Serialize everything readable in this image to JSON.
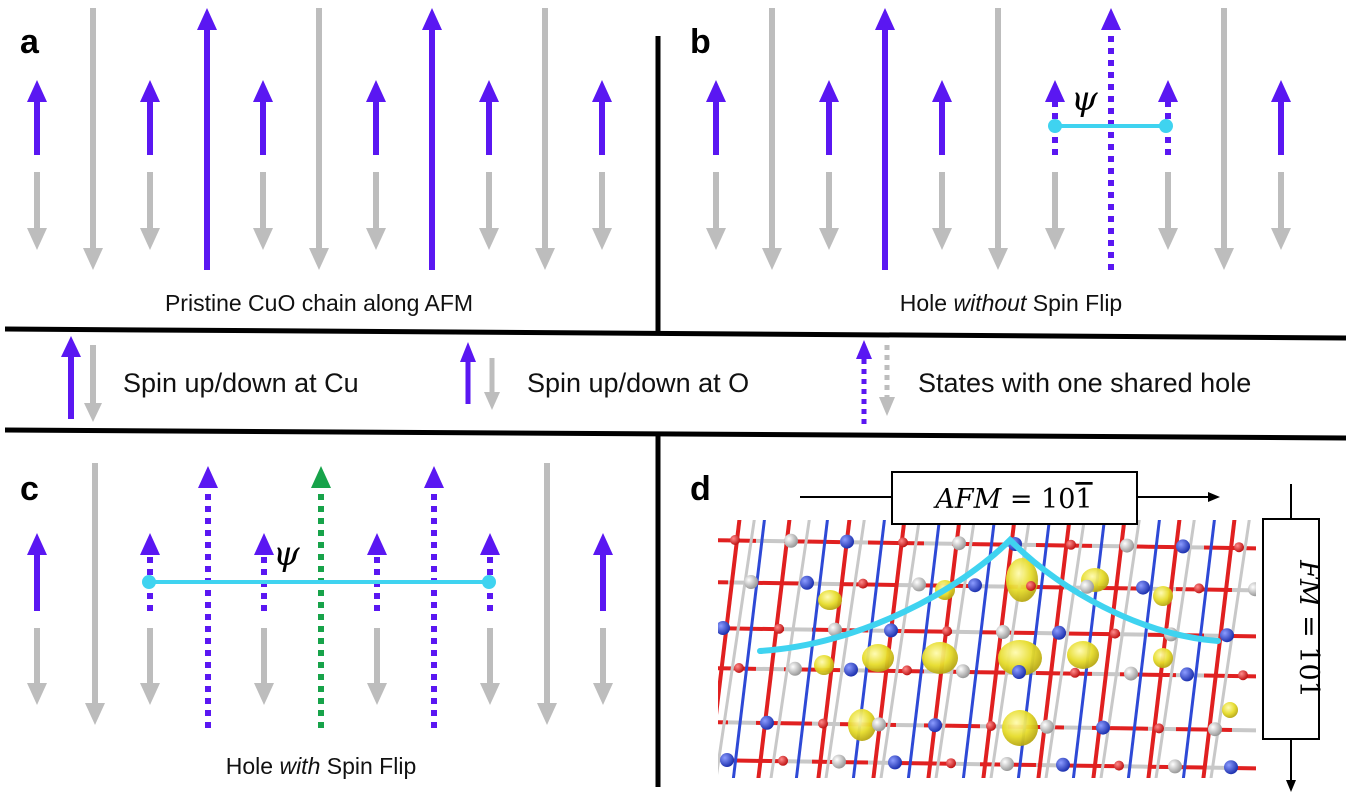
{
  "panels": {
    "a": {
      "letter": "a",
      "caption": "Pristine CuO chain along AFM"
    },
    "b": {
      "letter": "b",
      "caption_pre": "Hole ",
      "caption_em": "without",
      "caption_post": " Spin Flip",
      "psi": "ψ"
    },
    "c": {
      "letter": "c",
      "caption_pre": "Hole ",
      "caption_em": "with",
      "caption_post": " Spin Flip",
      "psi": "ψ"
    },
    "d": {
      "letter": "d",
      "afm_label_italic": "AFM",
      "afm_label_eq": " = 10",
      "afm_label_bar": "1",
      "fm_label_italic": "FM",
      "fm_label_eq": " = 101"
    }
  },
  "legend": {
    "cu": "Spin up/down at Cu",
    "o": "Spin up/down at O",
    "shared": "States with one shared hole"
  },
  "colors": {
    "spin_up": "#5a17f2",
    "spin_down": "#bdbdbd",
    "flip": "#17a34a",
    "psi_line": "#3fd3f0",
    "density": "#e6dc2a",
    "bond_red": "#e02020",
    "bond_blue": "#2e49d6",
    "atom_grey": "#c8c8c8"
  }
}
